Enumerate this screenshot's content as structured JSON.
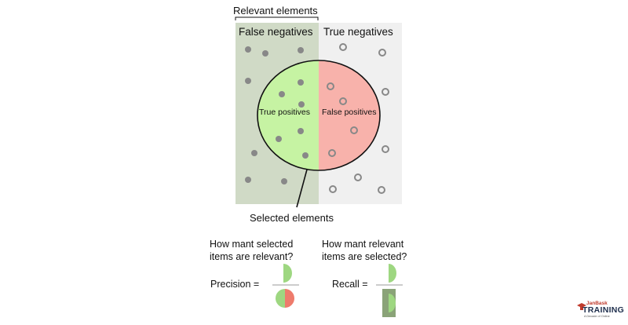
{
  "diagram": {
    "relevant_elements": "Relevant elements",
    "false_negatives": "False negatives",
    "true_negatives": "True negatives",
    "true_positives": "True positives",
    "false_positives": "False positives",
    "selected_elements": "Selected elements"
  },
  "precision": {
    "question_line1": "How mant selected",
    "question_line2": "items are relevant?",
    "label": "Precision ="
  },
  "recall": {
    "question_line1": "How mant relevant",
    "question_line2": "items are selected?",
    "label": "Recall ="
  },
  "logo": {
    "line1": "JanBask",
    "line2": "TRAINING",
    "line3": "A Decade of Online"
  },
  "colors": {
    "relevant_area": "#d0dac6",
    "irrelevant_area": "#f0f0f0",
    "true_positive_fill": "#c6f3a3",
    "false_positive_fill": "#f8b2ab",
    "dot": "#888888",
    "recall_green_bar": "#8aa378",
    "precision_red_half": "#ee7b6c"
  }
}
